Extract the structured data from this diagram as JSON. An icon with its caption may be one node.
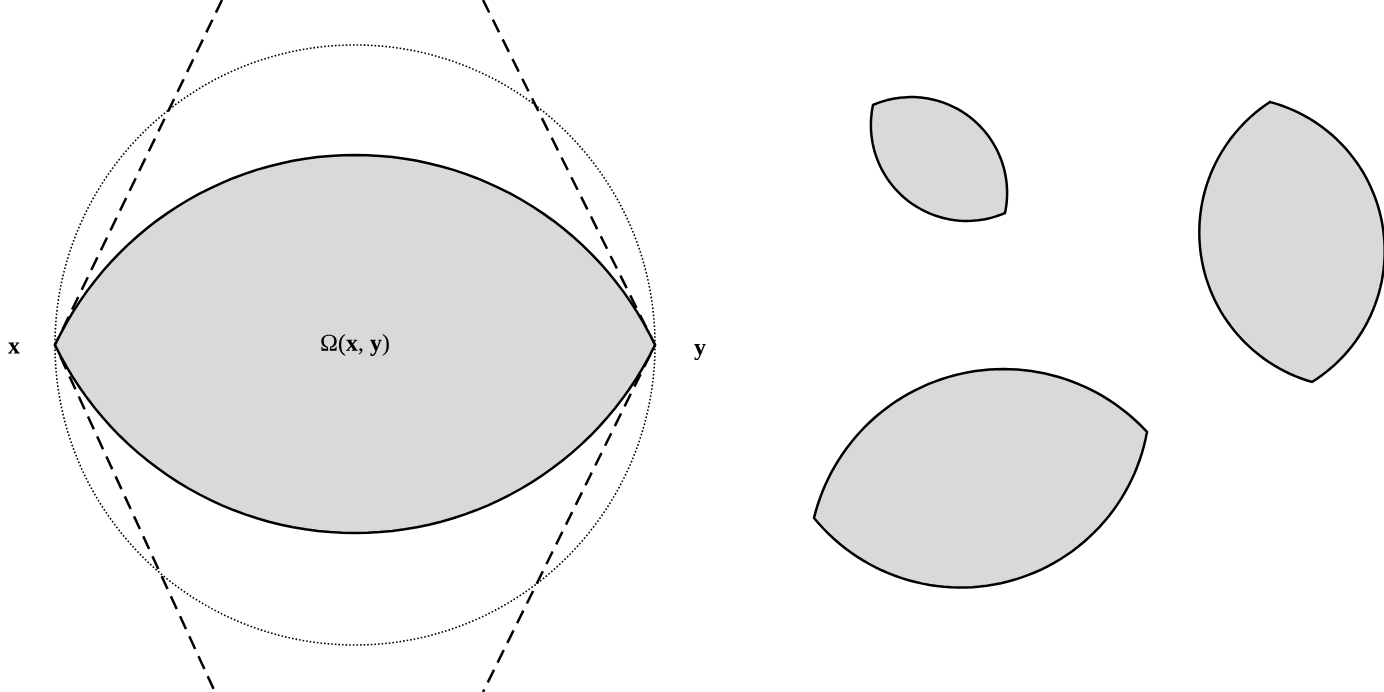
{
  "diagram": {
    "nodes": [
      {
        "text": [
          "Ω(**x**, **y**)"
        ]
      },
      {
        "text": [],
        "shape": "lens"
      },
      {
        "text": [],
        "shape": "lens"
      },
      {
        "text": [],
        "shape": "lens"
      }
    ],
    "labels": [
      "x",
      "y"
    ]
  }
}
